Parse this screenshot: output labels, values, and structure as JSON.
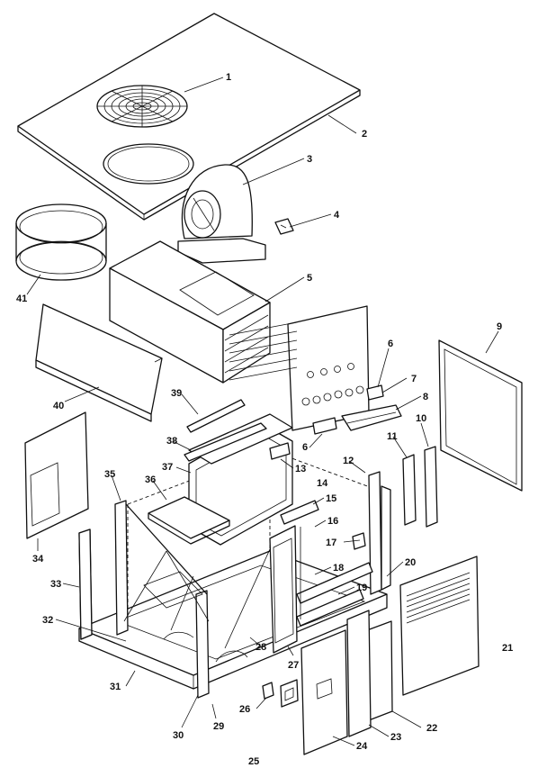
{
  "callouts": [
    {
      "id": "1",
      "label": "1"
    },
    {
      "id": "2",
      "label": "2"
    },
    {
      "id": "3",
      "label": "3"
    },
    {
      "id": "4",
      "label": "4"
    },
    {
      "id": "5",
      "label": "5"
    },
    {
      "id": "6a",
      "label": "6"
    },
    {
      "id": "6b",
      "label": "6"
    },
    {
      "id": "7",
      "label": "7"
    },
    {
      "id": "8",
      "label": "8"
    },
    {
      "id": "9",
      "label": "9"
    },
    {
      "id": "10",
      "label": "10"
    },
    {
      "id": "11",
      "label": "11"
    },
    {
      "id": "12",
      "label": "12"
    },
    {
      "id": "13",
      "label": "13"
    },
    {
      "id": "14",
      "label": "14"
    },
    {
      "id": "15",
      "label": "15"
    },
    {
      "id": "16",
      "label": "16"
    },
    {
      "id": "17",
      "label": "17"
    },
    {
      "id": "18",
      "label": "18"
    },
    {
      "id": "19",
      "label": "19"
    },
    {
      "id": "20",
      "label": "20"
    },
    {
      "id": "21",
      "label": "21"
    },
    {
      "id": "22",
      "label": "22"
    },
    {
      "id": "23",
      "label": "23"
    },
    {
      "id": "24",
      "label": "24"
    },
    {
      "id": "25",
      "label": "25"
    },
    {
      "id": "26",
      "label": "26"
    },
    {
      "id": "27",
      "label": "27"
    },
    {
      "id": "28",
      "label": "28"
    },
    {
      "id": "29",
      "label": "29"
    },
    {
      "id": "30",
      "label": "30"
    },
    {
      "id": "31",
      "label": "31"
    },
    {
      "id": "32",
      "label": "32"
    },
    {
      "id": "33",
      "label": "33"
    },
    {
      "id": "34",
      "label": "34"
    },
    {
      "id": "35",
      "label": "35"
    },
    {
      "id": "36",
      "label": "36"
    },
    {
      "id": "37",
      "label": "37"
    },
    {
      "id": "38",
      "label": "38"
    },
    {
      "id": "39",
      "label": "39"
    },
    {
      "id": "40",
      "label": "40"
    },
    {
      "id": "41",
      "label": "41"
    }
  ]
}
